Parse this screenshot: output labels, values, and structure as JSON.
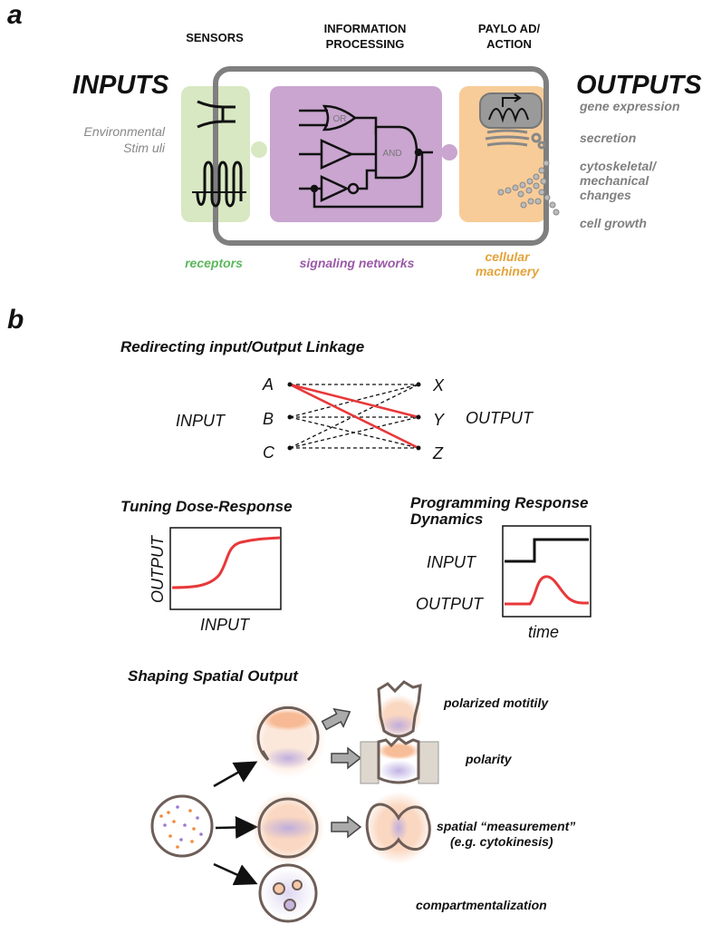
{
  "panel_a": {
    "letter": "a",
    "header_sensors": "SENSORS",
    "header_info_1": "INFORMATION",
    "header_info_2": "PROCESSING",
    "header_payload_1": "PAYLO AD/",
    "header_payload_2": "ACTION",
    "inputs_title": "INPUTS",
    "outputs_title": "OUTPUTS",
    "stimuli_1": "Environmental",
    "stimuli_2": "Stim uli",
    "gate_or": "OR",
    "gate_and": "AND",
    "outputs_list": [
      "gene expression",
      "secretion",
      "cytoskeletal/",
      "mechanical",
      "changes",
      "cell growth"
    ],
    "label_receptors": "receptors",
    "label_signaling": "signaling networks",
    "label_machinery_1": "cellular",
    "label_machinery_2": "machinery",
    "colors": {
      "receptors": "#d8e8c2",
      "signaling": "#c9a5cf",
      "machinery": "#f8cc98",
      "receptors_text": "#5cb85c",
      "signaling_text": "#9b59a8",
      "machinery_text": "#e3a43c",
      "frame": "#7f7f7f",
      "red": "#e8383a"
    }
  },
  "panel_b": {
    "letter": "b",
    "redirect_title": "Redirecting input/Output Linkage",
    "input_label": "INPUT",
    "output_label": "OUTPUT",
    "left_nodes": [
      "A",
      "B",
      "C"
    ],
    "right_nodes": [
      "X",
      "Y",
      "Z"
    ],
    "dose_title": "Tuning Dose-Response",
    "dose_ylabel": "OUTPUT",
    "dose_xlabel": "INPUT",
    "dyn_title_1": "Programming Response",
    "dyn_title_2": "Dynamics",
    "dyn_input": "INPUT",
    "dyn_output": "OUTPUT",
    "dyn_xlabel": "time",
    "spatial_title": "Shaping Spatial  Output",
    "spatial_labels": [
      "polarized  motitily",
      "polarity",
      "spatial “measurement”",
      "(e.g. cytokinesis)",
      "compartmentalization"
    ]
  }
}
